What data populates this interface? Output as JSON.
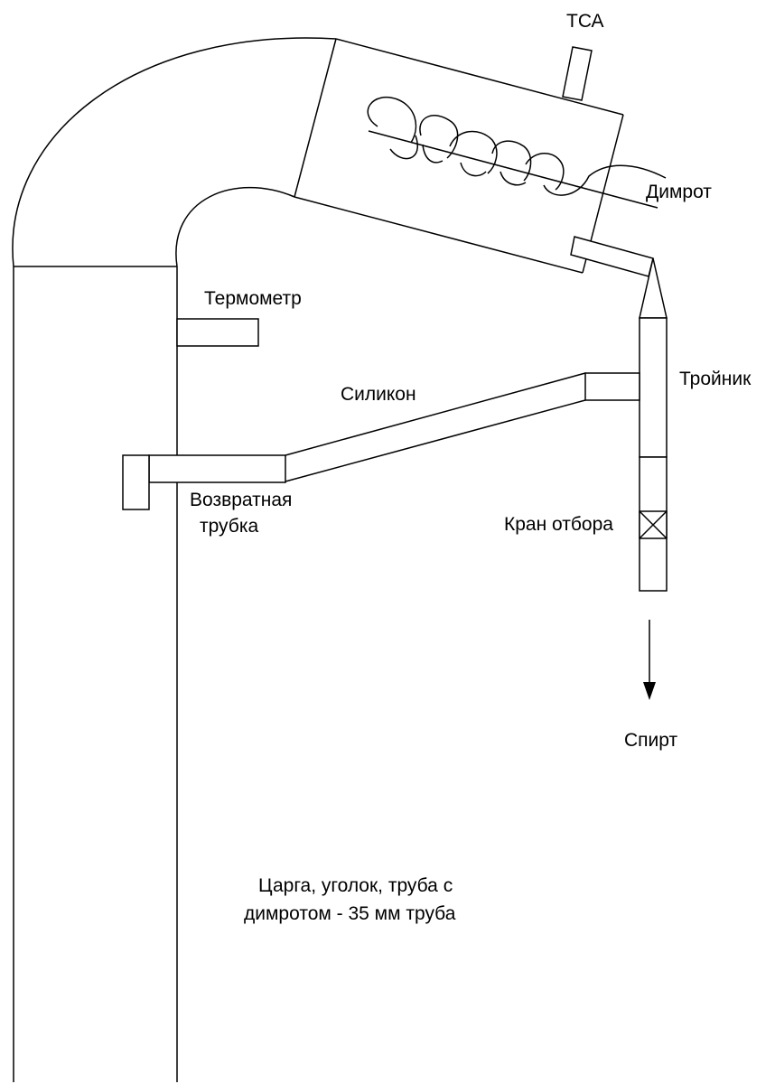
{
  "labels": {
    "tsa": "ТСА",
    "dimrot": "Димрот",
    "thermometer": "Термометр",
    "tee": "Тройник",
    "silicone": "Силикон",
    "return_tube_line1": "Возвратная",
    "return_tube_line2": "трубка",
    "tap": "Кран отбора",
    "alcohol": "Спирт",
    "note_line1": "Царга, уголок, труба с",
    "note_line2": "димротом - 35 мм труба"
  },
  "colors": {
    "stroke": "#000000",
    "background": "#ffffff"
  }
}
